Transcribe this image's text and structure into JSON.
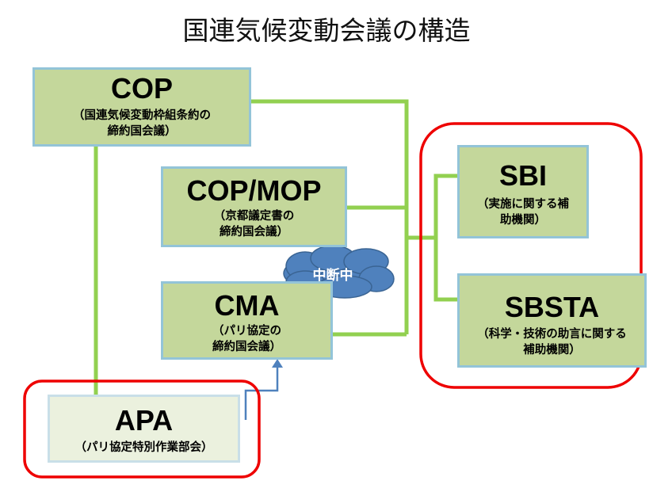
{
  "title": "国連気候変動会議の構造",
  "boxes": {
    "cop": {
      "name": "COP",
      "desc1": "（国連気候変動枠組条約の",
      "desc2": "締約国会議）"
    },
    "cmp": {
      "name": "COP/MOP",
      "desc1": "（京都議定書の",
      "desc2": "締約国会議）"
    },
    "cma": {
      "name": "CMA",
      "desc1": "（パリ協定の",
      "desc2": "締約国会議）"
    },
    "apa": {
      "name": "APA",
      "desc1": "（パリ協定特別作業部会）"
    },
    "sbi": {
      "name": "SBI",
      "desc1": "（実施に関する補",
      "desc2": "助機関）"
    },
    "sbsta": {
      "name": "SBSTA",
      "desc1": "（科学・技術の助言に関する",
      "desc2": "補助機関）"
    }
  },
  "cloud": {
    "text": "中断中"
  },
  "colors": {
    "box_fill": "#c4d79b",
    "box_border": "#93c4d8",
    "connector": "#92d050",
    "highlight": "#ee0000",
    "cloud": "#4f81bd"
  }
}
